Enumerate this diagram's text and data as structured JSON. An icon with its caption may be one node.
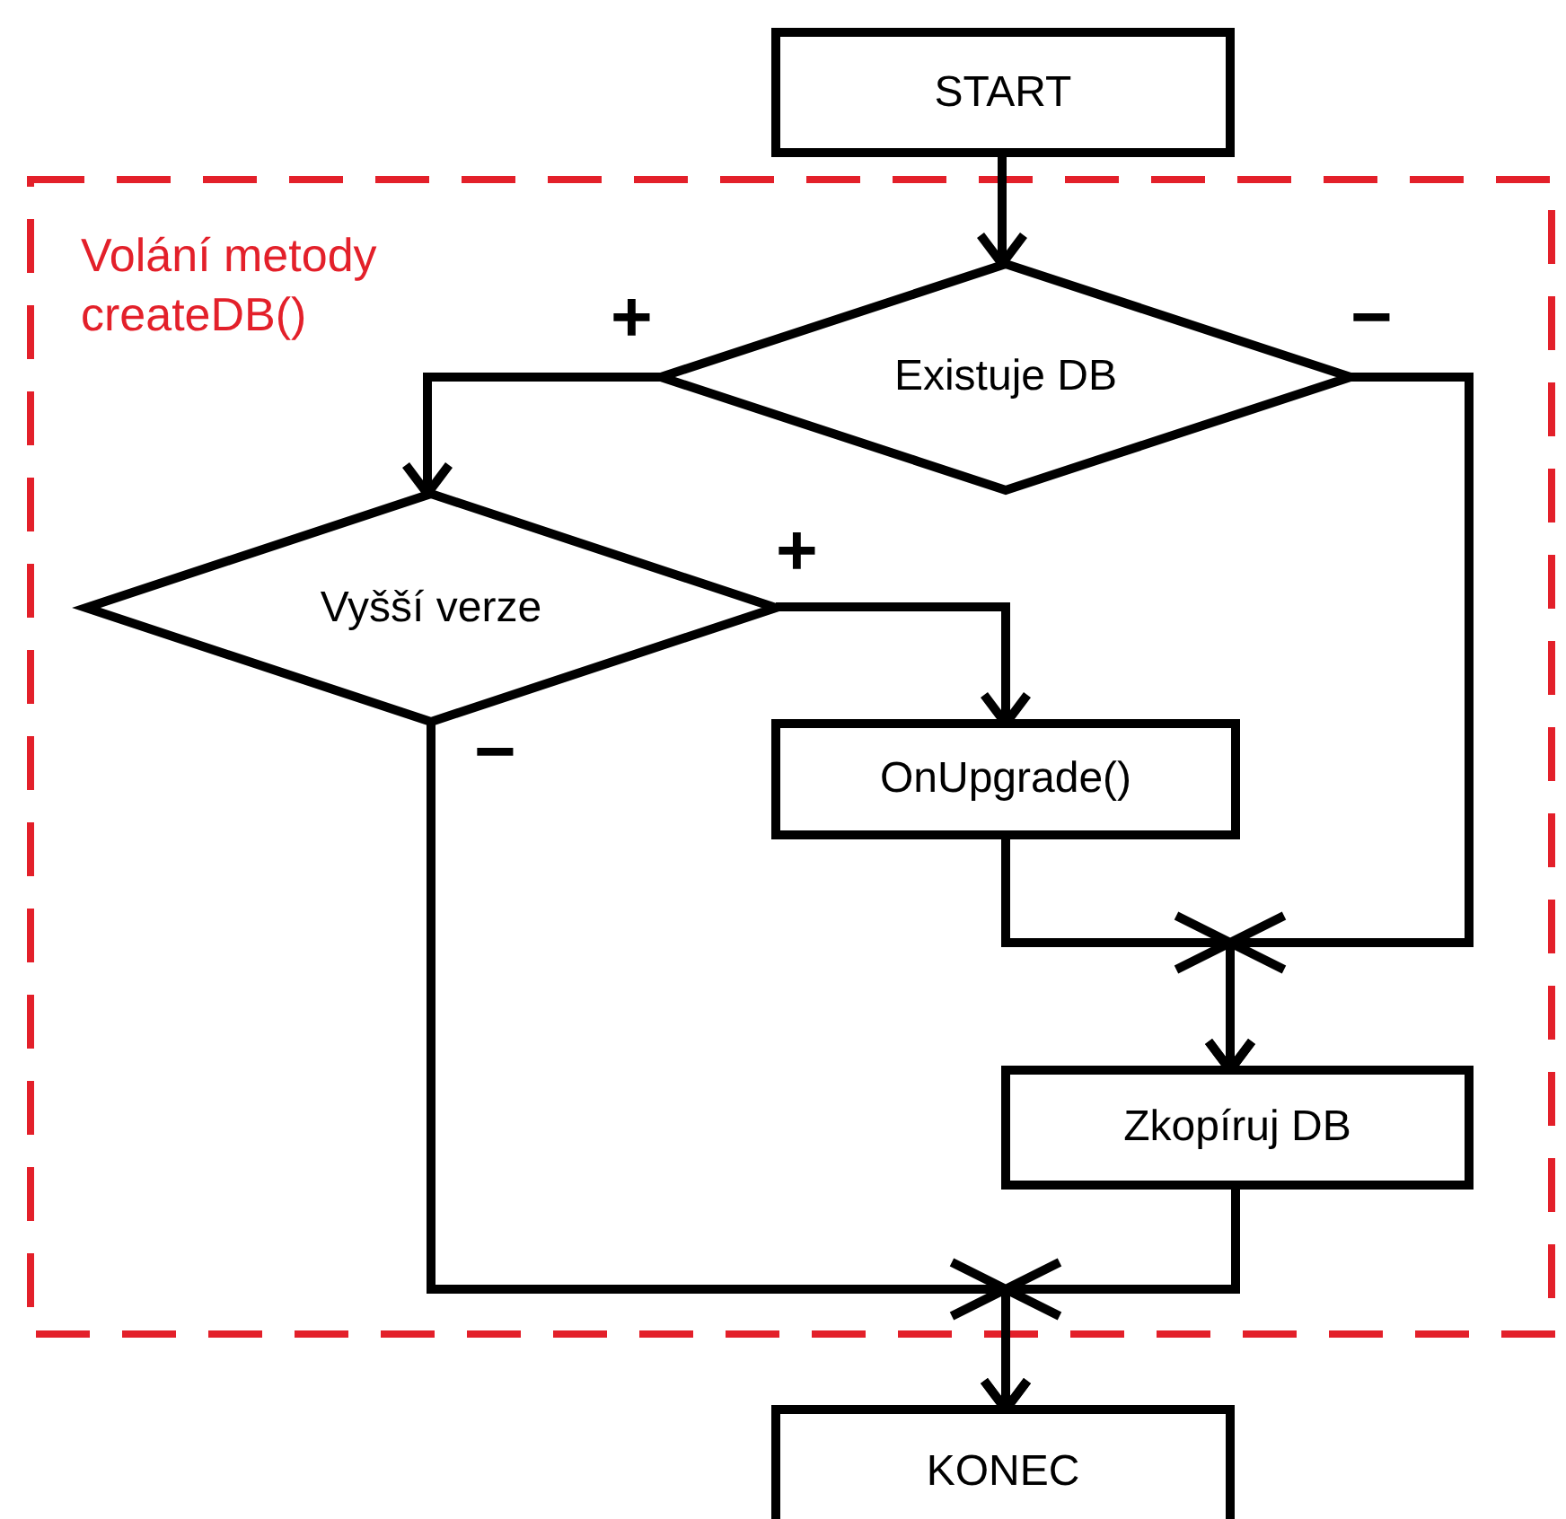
{
  "diagram": {
    "nodes": [
      {
        "text": [
          "Volání metody createDB()"
        ]
      },
      {
        "text": [
          "START"
        ]
      },
      {
        "text": [
          "Existuje DB"
        ],
        "in": 0
      },
      {
        "text": [
          "Vyšší verze"
        ],
        "in": 0
      },
      {
        "text": [
          "OnUpgrade()"
        ],
        "in": 0
      },
      {
        "text": [
          "Zkopíruj DB"
        ],
        "in": 0
      },
      {
        "text": [
          "KONEC"
        ]
      }
    ],
    "edges": [
      {
        "from": 1,
        "to": 2,
        "arrow": "to"
      },
      {
        "from": 2,
        "to": 3,
        "arrow": "to",
        "label": "+"
      },
      {
        "from": 2,
        "to": 5,
        "arrow": "to",
        "label": "−"
      },
      {
        "from": 3,
        "to": 4,
        "arrow": "to",
        "label": "+"
      },
      {
        "from": 3,
        "to": 6,
        "arrow": "to",
        "label": "−"
      },
      {
        "from": 4,
        "to": 5,
        "arrow": "to"
      },
      {
        "from": 5,
        "to": 6,
        "arrow": "to"
      }
    ]
  }
}
